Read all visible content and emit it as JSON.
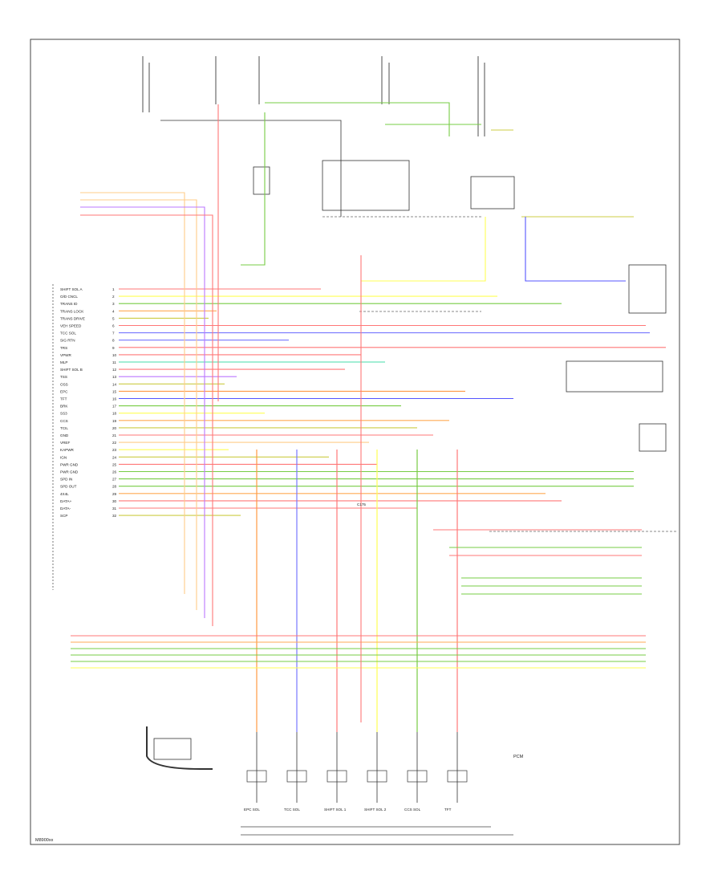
{
  "diagram": {
    "footer_code": "M8900xx",
    "connector_label": "C175",
    "modules_label": "PCM",
    "pcm_pins": [
      {
        "num": "1",
        "name": "SHIFT SOL A",
        "color": "#ff7777"
      },
      {
        "num": "2",
        "name": "O/D CNCL",
        "color": "#ffff55"
      },
      {
        "num": "3",
        "name": "TRANS ID",
        "color": "#77cc44"
      },
      {
        "num": "4",
        "name": "TRANS LOCK",
        "color": "#ffaa55"
      },
      {
        "num": "5",
        "name": "TRANS DRIVE",
        "color": "#cccc44"
      },
      {
        "num": "6",
        "name": "VEH SPEED",
        "color": "#ff7777"
      },
      {
        "num": "7",
        "name": "TCC SOL",
        "color": "#7777ff"
      },
      {
        "num": "8",
        "name": "SIG RTN",
        "color": "#7777ff"
      },
      {
        "num": "9",
        "name": "TRS",
        "color": "#ff7777"
      },
      {
        "num": "10",
        "name": "VPWR",
        "color": "#ff7777"
      },
      {
        "num": "11",
        "name": "MLP",
        "color": "#44ddaa"
      },
      {
        "num": "12",
        "name": "SHIFT SOL B",
        "color": "#ff7777"
      },
      {
        "num": "13",
        "name": "TSS",
        "color": "#bb77ff"
      },
      {
        "num": "14",
        "name": "OSS",
        "color": "#cccc44"
      },
      {
        "num": "15",
        "name": "EPC",
        "color": "#ff9944"
      },
      {
        "num": "16",
        "name": "TFT",
        "color": "#5555ff"
      },
      {
        "num": "17",
        "name": "BRK",
        "color": "#77cc44"
      },
      {
        "num": "18",
        "name": "SS3",
        "color": "#ffff55"
      },
      {
        "num": "19",
        "name": "CCS",
        "color": "#ffaa55"
      },
      {
        "num": "20",
        "name": "TCIL",
        "color": "#cccc44"
      },
      {
        "num": "21",
        "name": "GND",
        "color": "#ff7777"
      },
      {
        "num": "22",
        "name": "VREF",
        "color": "#ffcc88"
      },
      {
        "num": "23",
        "name": "KAPWR",
        "color": "#ffff55"
      },
      {
        "num": "24",
        "name": "IGN",
        "color": "#cccc44"
      },
      {
        "num": "25",
        "name": "PWR GND",
        "color": "#ff7777"
      },
      {
        "num": "26",
        "name": "PWR GND",
        "color": "#77cc44"
      },
      {
        "num": "27",
        "name": "SPD IN",
        "color": "#77cc44"
      },
      {
        "num": "28",
        "name": "SPD OUT",
        "color": "#77cc44"
      },
      {
        "num": "29",
        "name": "4X4L",
        "color": "#ffaa55"
      },
      {
        "num": "30",
        "name": "DATA+",
        "color": "#ff7777"
      },
      {
        "num": "31",
        "name": "DATA-",
        "color": "#ff7777"
      },
      {
        "num": "32",
        "name": "SCP",
        "color": "#cccc44"
      }
    ],
    "bottom_components": [
      {
        "label": "EPC SOL",
        "color": "#ff9944"
      },
      {
        "label": "TCC SOL",
        "color": "#7777ff"
      },
      {
        "label": "SHIFT SOL 1",
        "color": "#ff7777"
      },
      {
        "label": "SHIFT SOL 2",
        "color": "#ffff55"
      },
      {
        "label": "CCS SOL",
        "color": "#77cc44"
      },
      {
        "label": "TFT",
        "color": "#ff7777"
      }
    ]
  }
}
